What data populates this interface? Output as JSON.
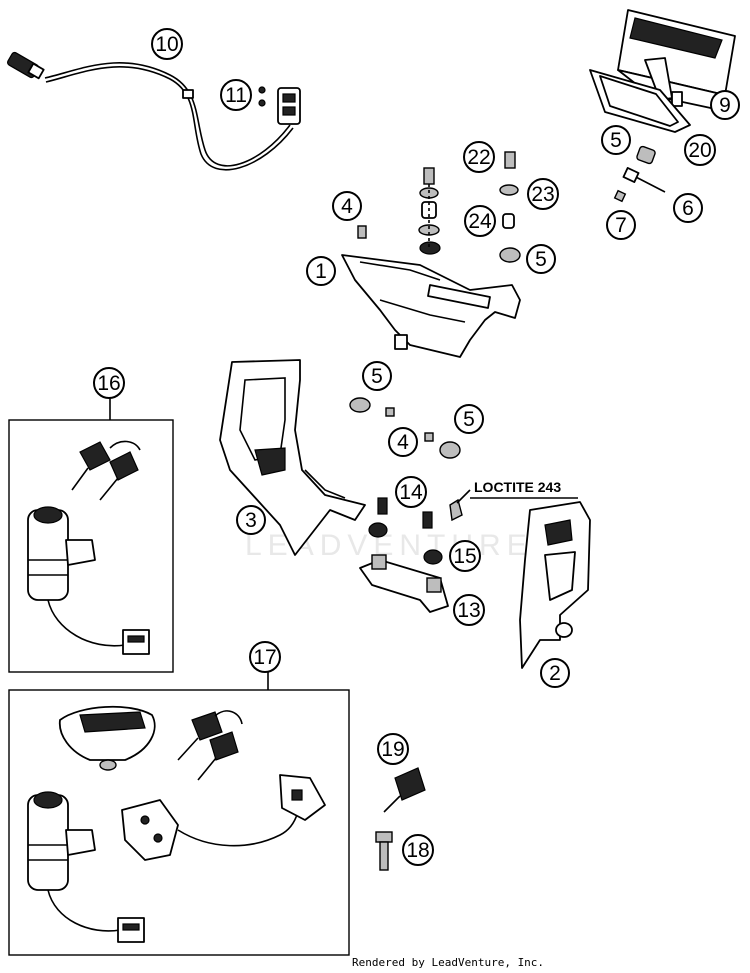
{
  "watermark": "LEADVENTURE",
  "footer": "Rendered by LeadVenture, Inc.",
  "note": "LOCTITE 243",
  "callouts": {
    "c1": "1",
    "c2": "2",
    "c3": "3",
    "c4a": "4",
    "c4b": "4",
    "c5a": "5",
    "c5b": "5",
    "c5c": "5",
    "c5d": "5",
    "c6": "6",
    "c7": "7",
    "c9": "9",
    "c10": "10",
    "c11": "11",
    "c13": "13",
    "c14": "14",
    "c15": "15",
    "c16": "16",
    "c17": "17",
    "c18": "18",
    "c19": "19",
    "c20": "20",
    "c22": "22",
    "c23": "23",
    "c24": "24"
  }
}
